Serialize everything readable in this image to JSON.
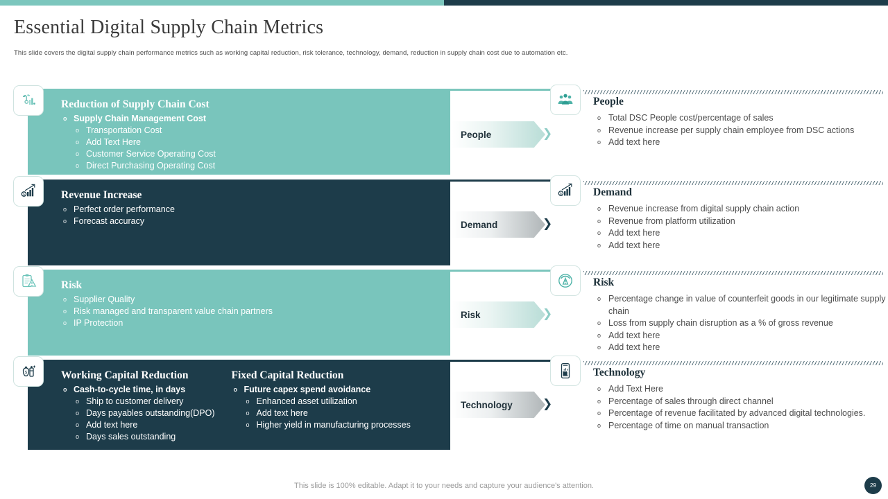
{
  "header": {
    "title": "Essential Digital Supply Chain Metrics",
    "subtitle": "This slide covers the digital supply chain performance metrics such as working capital reduction, risk tolerance, technology, demand,  reduction in supply chain cost due to automation etc."
  },
  "colors": {
    "teal": "#79c5bc",
    "navy": "#1d3c4a",
    "topbar_left": "#7cc6bd",
    "topbar_right": "#1d3c4a",
    "body_text": "#4d4d4d"
  },
  "left_blocks": [
    {
      "id": "reduction-of-supply-chain-cost",
      "theme": "teal",
      "icon": "plant-growth-chart-icon",
      "title": "Reduction of Supply Chain Cost",
      "columns": [
        {
          "heading": "Supply Chain Management Cost",
          "items": [
            "Transportation Cost",
            "Add Text Here",
            "Customer Service Operating Cost",
            "Direct Purchasing Operating Cost"
          ]
        }
      ]
    },
    {
      "id": "revenue-increase",
      "theme": "navy",
      "icon": "money-bar-chart-growth-icon",
      "title": "Revenue Increase",
      "flat_items": [
        "Perfect order performance",
        "Forecast accuracy"
      ]
    },
    {
      "id": "risk",
      "theme": "teal",
      "icon": "clipboard-warning-icon",
      "title": "Risk",
      "flat_items": [
        "Supplier Quality",
        "Risk managed and transparent value chain partners",
        "IP Protection"
      ]
    },
    {
      "id": "capital-reduction",
      "theme": "navy",
      "icon": "money-bag-bottle-icon",
      "title": "",
      "columns": [
        {
          "title": "Working Capital Reduction",
          "heading": "Cash-to-cycle time, in days",
          "items": [
            "Ship to customer delivery",
            "Days payables outstanding(DPO)",
            "Add text here",
            "Days sales outstanding"
          ]
        },
        {
          "title": "Fixed Capital Reduction",
          "heading": "Future capex spend avoidance",
          "items": [
            "Enhanced asset utilization",
            "Add text here",
            "Higher yield in manufacturing processes"
          ]
        }
      ]
    }
  ],
  "chevrons": [
    {
      "label": "People",
      "theme": "teal",
      "arrow": "chevron-right-icon"
    },
    {
      "label": "Demand",
      "theme": "grey",
      "arrow": "chevron-right-icon"
    },
    {
      "label": "Risk",
      "theme": "teal",
      "arrow": "chevron-right-icon"
    },
    {
      "label": "Technology",
      "theme": "grey",
      "arrow": "chevron-right-icon"
    }
  ],
  "right_sections": [
    {
      "id": "people",
      "icon": "people-group-icon",
      "title": "People",
      "items": [
        "Total DSC People cost/percentage of sales",
        "Revenue increase per supply chain employee from DSC actions",
        "Add text here"
      ]
    },
    {
      "id": "demand",
      "icon": "money-bar-chart-growth-icon",
      "title": "Demand",
      "items": [
        "Revenue increase from digital supply chain action",
        "Revenue from platform utilization",
        "Add text here",
        "Add text here"
      ]
    },
    {
      "id": "risk",
      "icon": "gauge-warning-icon",
      "title": "Risk",
      "items": [
        "Percentage change in value of counterfeit goods in our legitimate supply chain",
        "Loss from supply chain disruption as a % of gross revenue",
        "Add text here",
        "Add text here"
      ]
    },
    {
      "id": "technology",
      "icon": "smartphone-factory-icon",
      "title": "Technology",
      "items": [
        "Add Text Here",
        "Percentage of sales through direct channel",
        "Percentage of revenue facilitated by advanced digital technologies.",
        "Percentage of time on manual transaction"
      ]
    }
  ],
  "footer": {
    "note": "This slide is 100% editable. Adapt it to your needs and capture your audience's attention.",
    "page_number": "29"
  }
}
